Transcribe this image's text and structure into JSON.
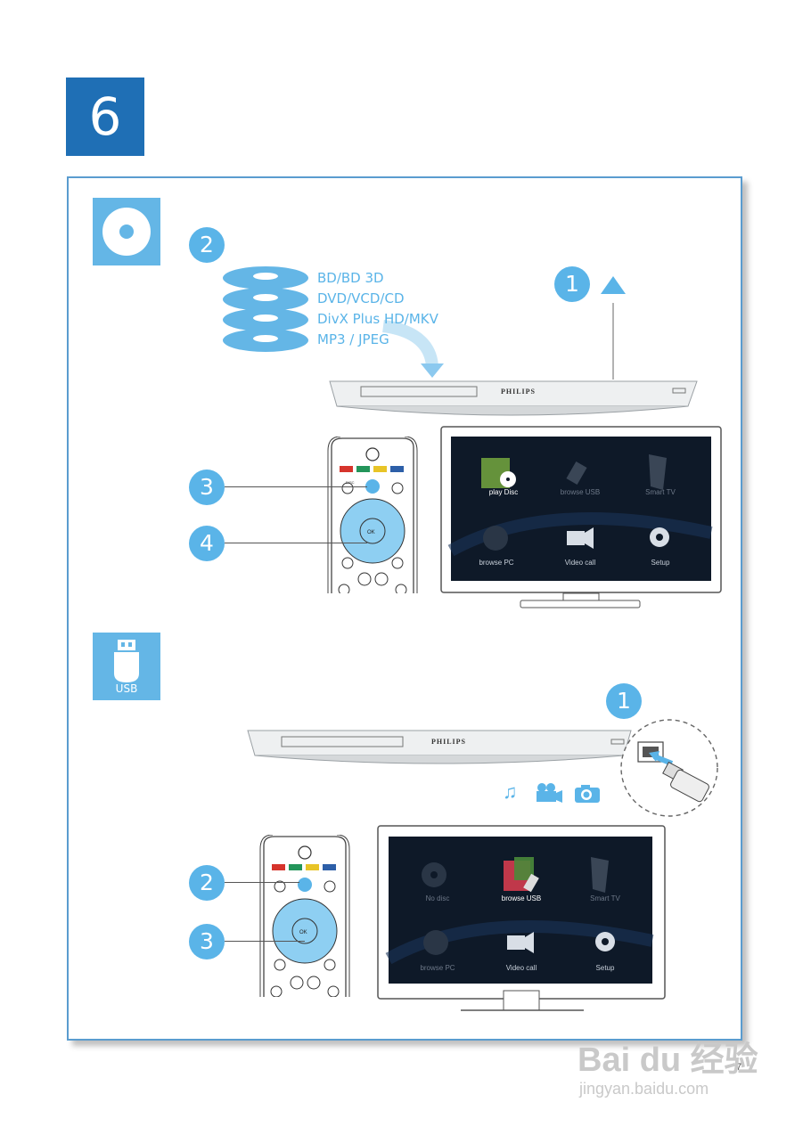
{
  "step_number": "6",
  "disc_section": {
    "step1": "1",
    "step2": "2",
    "step3": "3",
    "step4": "4",
    "disc_types": [
      "BD/BD 3D",
      "DVD/VCD/CD",
      "DivX Plus HD/MKV",
      "MP3 / JPEG"
    ],
    "brand": "PHILIPS",
    "menu_items": [
      "play Disc",
      "browse USB",
      "Smart TV",
      "browse PC",
      "Video call",
      "Setup"
    ]
  },
  "usb_section": {
    "usb_label": "USB",
    "step1": "1",
    "step2": "2",
    "step3": "3",
    "brand": "PHILIPS",
    "menu_items": [
      "No disc",
      "browse USB",
      "Smart TV",
      "browse PC",
      "Video call",
      "Setup"
    ]
  },
  "remote": {
    "disc_menu": "DISC MENU",
    "ok": "OK"
  },
  "page_number": "7",
  "watermark": {
    "brand": "Bai du 经验",
    "url": "jingyan.baidu.com"
  },
  "colors": {
    "accent": "#5ab4e8",
    "step_tile": "#1f6fb5",
    "panel_border": "#5a9ccf"
  }
}
